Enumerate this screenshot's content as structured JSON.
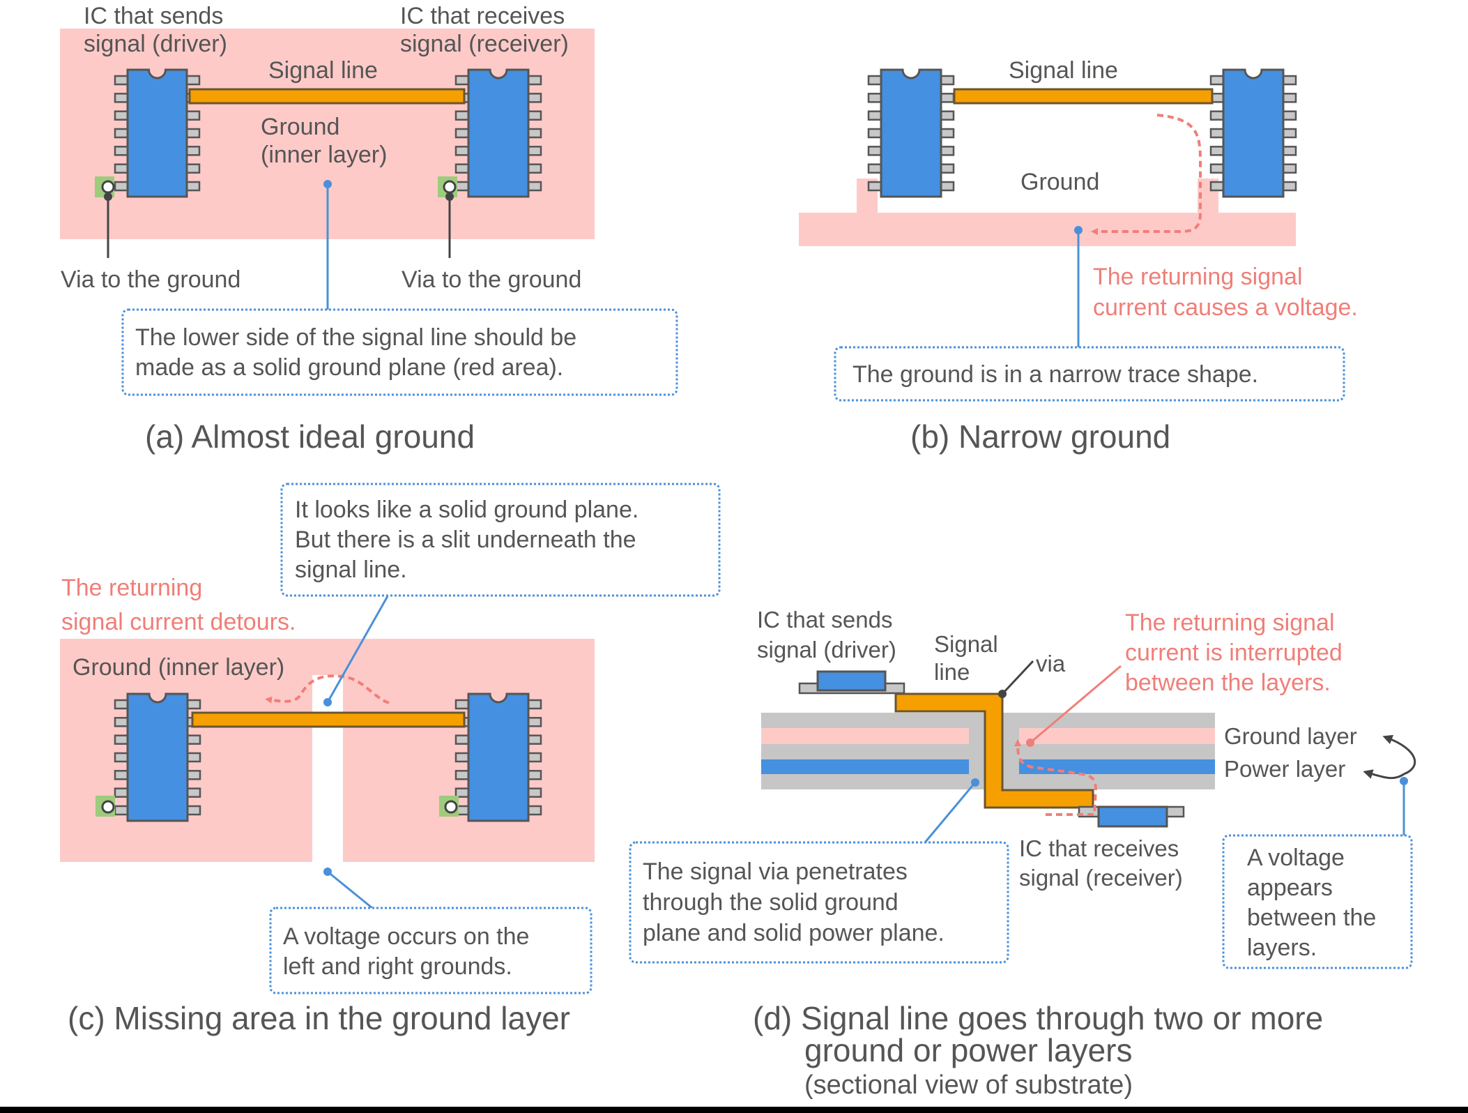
{
  "colors": {
    "ground_plane": "#fdcac8",
    "ic_body": "#4590e0",
    "signal_line": "#f5a000",
    "callout_border": "#4a90d9",
    "return_current": "#f07e78",
    "substrate": "#c6c6c6",
    "via_pad": "#9ccc7c"
  },
  "panel_a": {
    "driver_label": [
      "IC that sends",
      "signal (driver)"
    ],
    "receiver_label": [
      "IC that receives",
      "signal (receiver)"
    ],
    "signal_line_label": "Signal line",
    "ground_label": [
      "Ground",
      "(inner layer)"
    ],
    "via_left_label": "Via to the ground",
    "via_right_label": "Via to the ground",
    "callout": [
      "The lower side of the signal line should be",
      "made as a solid ground plane (red area)."
    ],
    "caption": "(a) Almost ideal ground"
  },
  "panel_b": {
    "signal_line_label": "Signal line",
    "ground_label": "Ground",
    "return_note": [
      "The returning signal",
      "current causes a voltage."
    ],
    "callout": "The ground is in a narrow trace shape.",
    "caption": "(b) Narrow ground"
  },
  "panel_c": {
    "callout_top": [
      "It looks like a solid ground plane.",
      "But there is a slit underneath the",
      "signal line."
    ],
    "return_note": [
      "The returning",
      "signal current detours."
    ],
    "ground_label": "Ground (inner layer)",
    "callout_bottom": [
      "A voltage occurs on the",
      "left and right grounds."
    ],
    "caption": "(c) Missing area in the ground layer"
  },
  "panel_d": {
    "driver_label": [
      "IC that sends",
      "signal (driver)"
    ],
    "signal_line_label": [
      "Signal",
      "line"
    ],
    "via_label": "via",
    "return_note": [
      "The returning signal",
      "current is interrupted",
      "between the layers."
    ],
    "ground_layer_label": "Ground layer",
    "power_layer_label": "Power layer",
    "receiver_label": [
      "IC that receives",
      "signal (receiver)"
    ],
    "callout_via": [
      "The signal via penetrates",
      "through the solid ground",
      "plane and solid power plane."
    ],
    "callout_voltage": [
      "A voltage",
      "appears",
      "between the",
      "layers."
    ],
    "caption": [
      "(d) Signal line goes through two or more",
      "ground or power layers"
    ],
    "caption_sub": "(sectional view of substrate)"
  }
}
